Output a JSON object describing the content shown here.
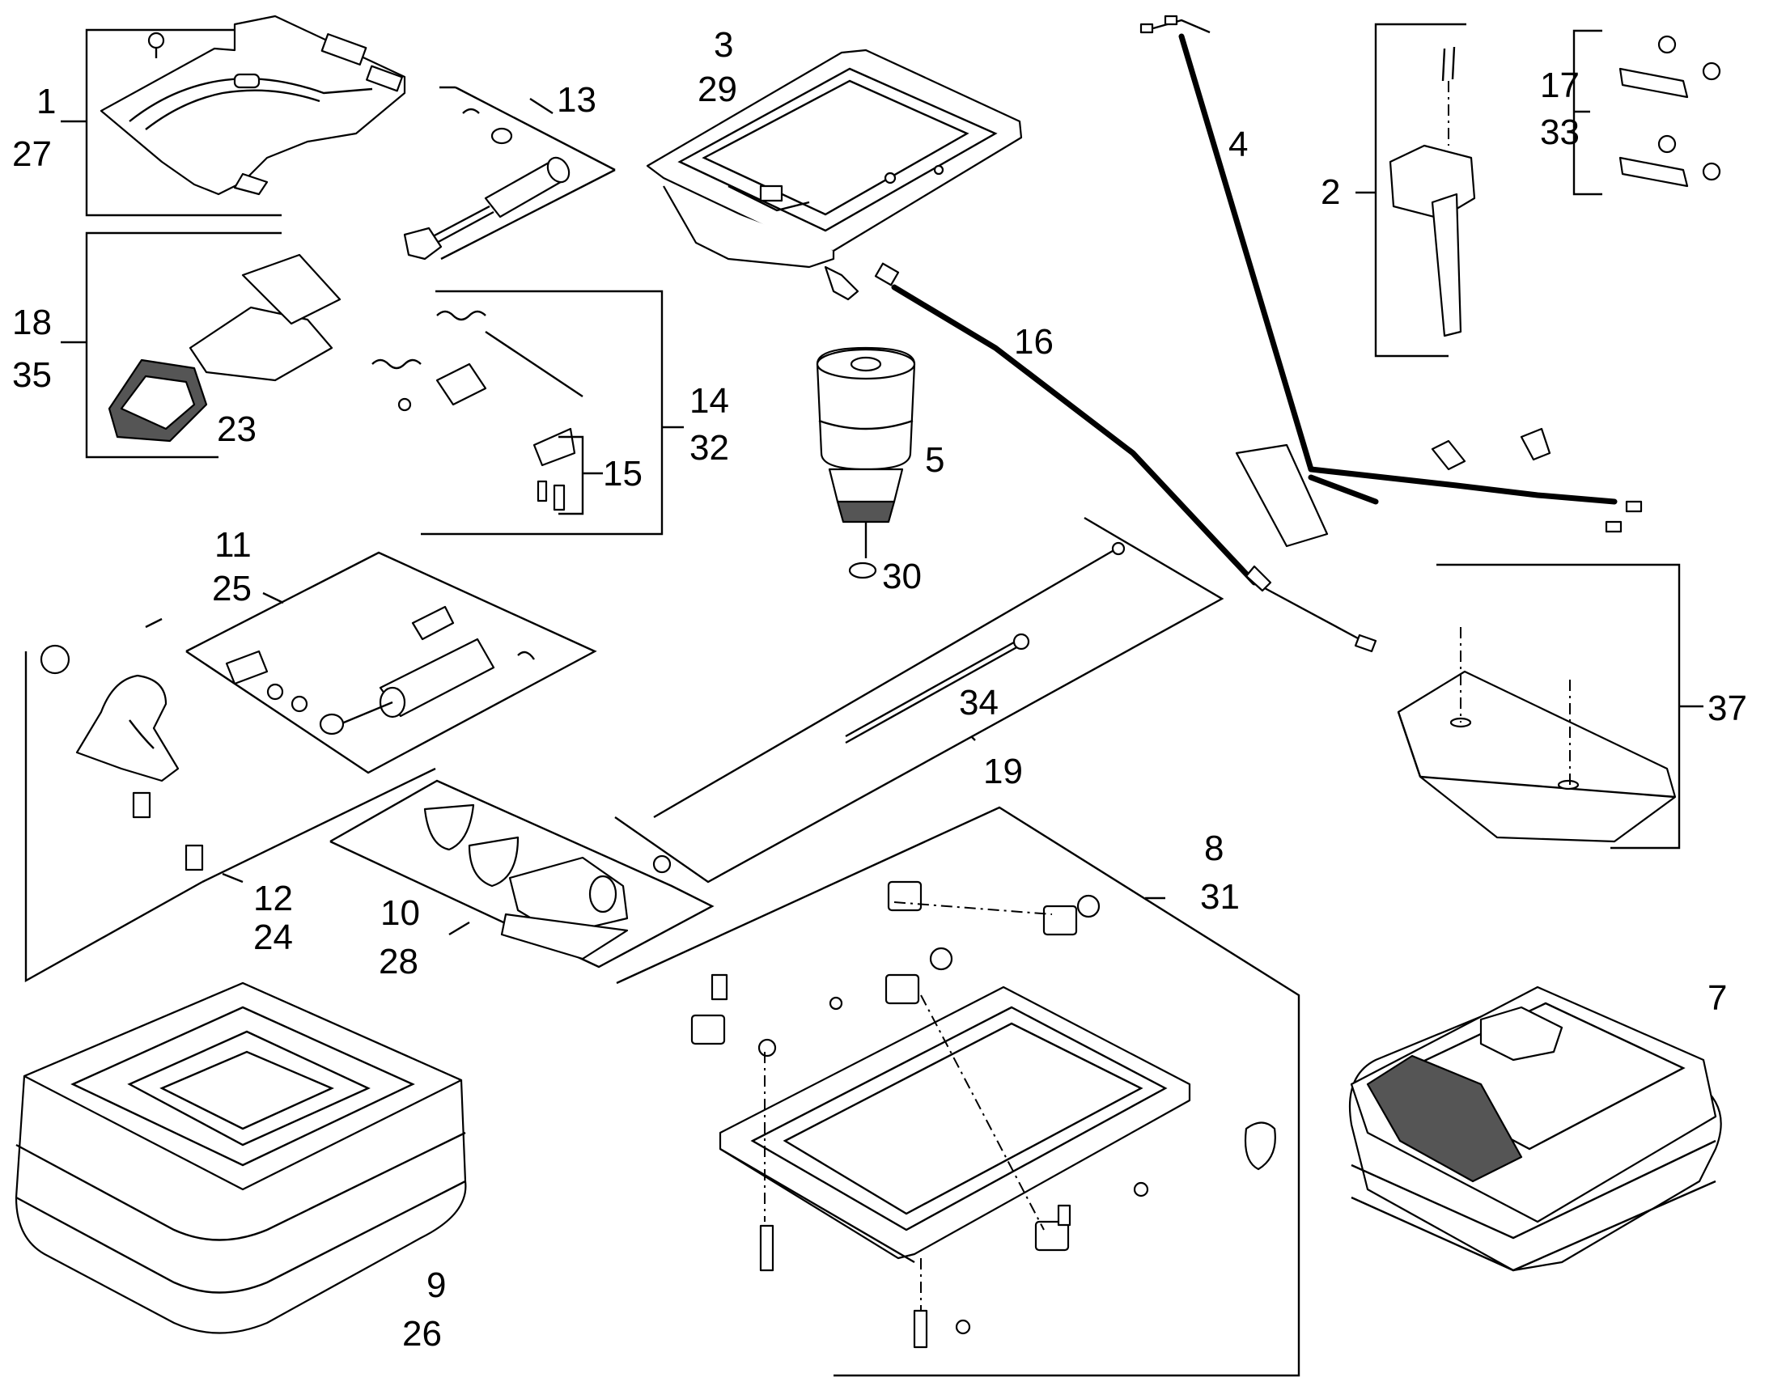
{
  "labels": {
    "l1": "1",
    "l27": "27",
    "l3": "3",
    "l29": "29",
    "l13": "13",
    "l4": "4",
    "l17": "17",
    "l33": "33",
    "l2": "2",
    "l18": "18",
    "l35": "35",
    "l23": "23",
    "l16": "16",
    "l14": "14",
    "l32": "32",
    "l15": "15",
    "l5": "5",
    "l30": "30",
    "l11": "11",
    "l25": "25",
    "l34": "34",
    "l19": "19",
    "l37": "37",
    "l12": "12",
    "l24": "24",
    "l10": "10",
    "l28": "28",
    "l8": "8",
    "l31": "31",
    "l7": "7",
    "l9": "9",
    "l26": "26"
  }
}
